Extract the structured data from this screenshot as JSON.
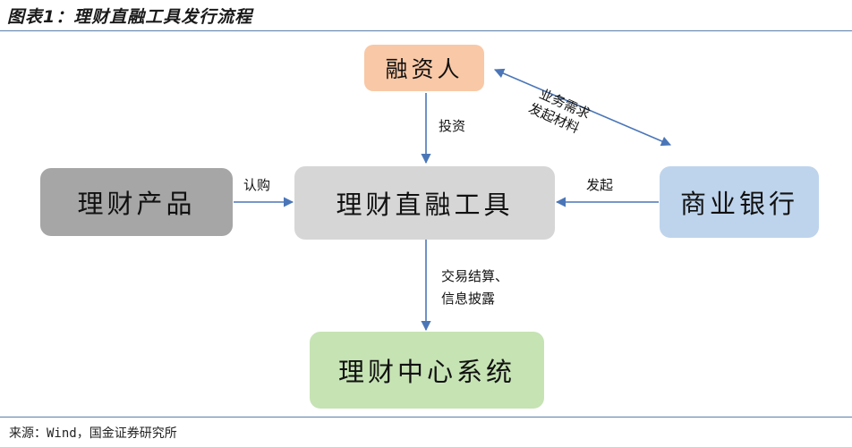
{
  "header": {
    "title": "图表1：理财直融工具发行流程"
  },
  "nodes": {
    "financier": {
      "label": "融资人",
      "color": "#f9c8a6"
    },
    "product": {
      "label": "理财产品",
      "color": "#a6a6a6"
    },
    "tool": {
      "label": "理财直融工具",
      "color": "#d6d6d6"
    },
    "bank": {
      "label": "商业银行",
      "color": "#bed4ec"
    },
    "center": {
      "label": "理财中心系统",
      "color": "#c6e3b4"
    }
  },
  "edges": {
    "invest": "投资",
    "subscribe": "认购",
    "initiate": "发起",
    "business_need": "业务需求",
    "initiate_materials": "发起材料",
    "settlement_line1": "交易结算、",
    "settlement_line2": "信息披露"
  },
  "arrow_color": "#4a76b8",
  "footer": {
    "source": "来源：Wind，国金证券研究所"
  }
}
